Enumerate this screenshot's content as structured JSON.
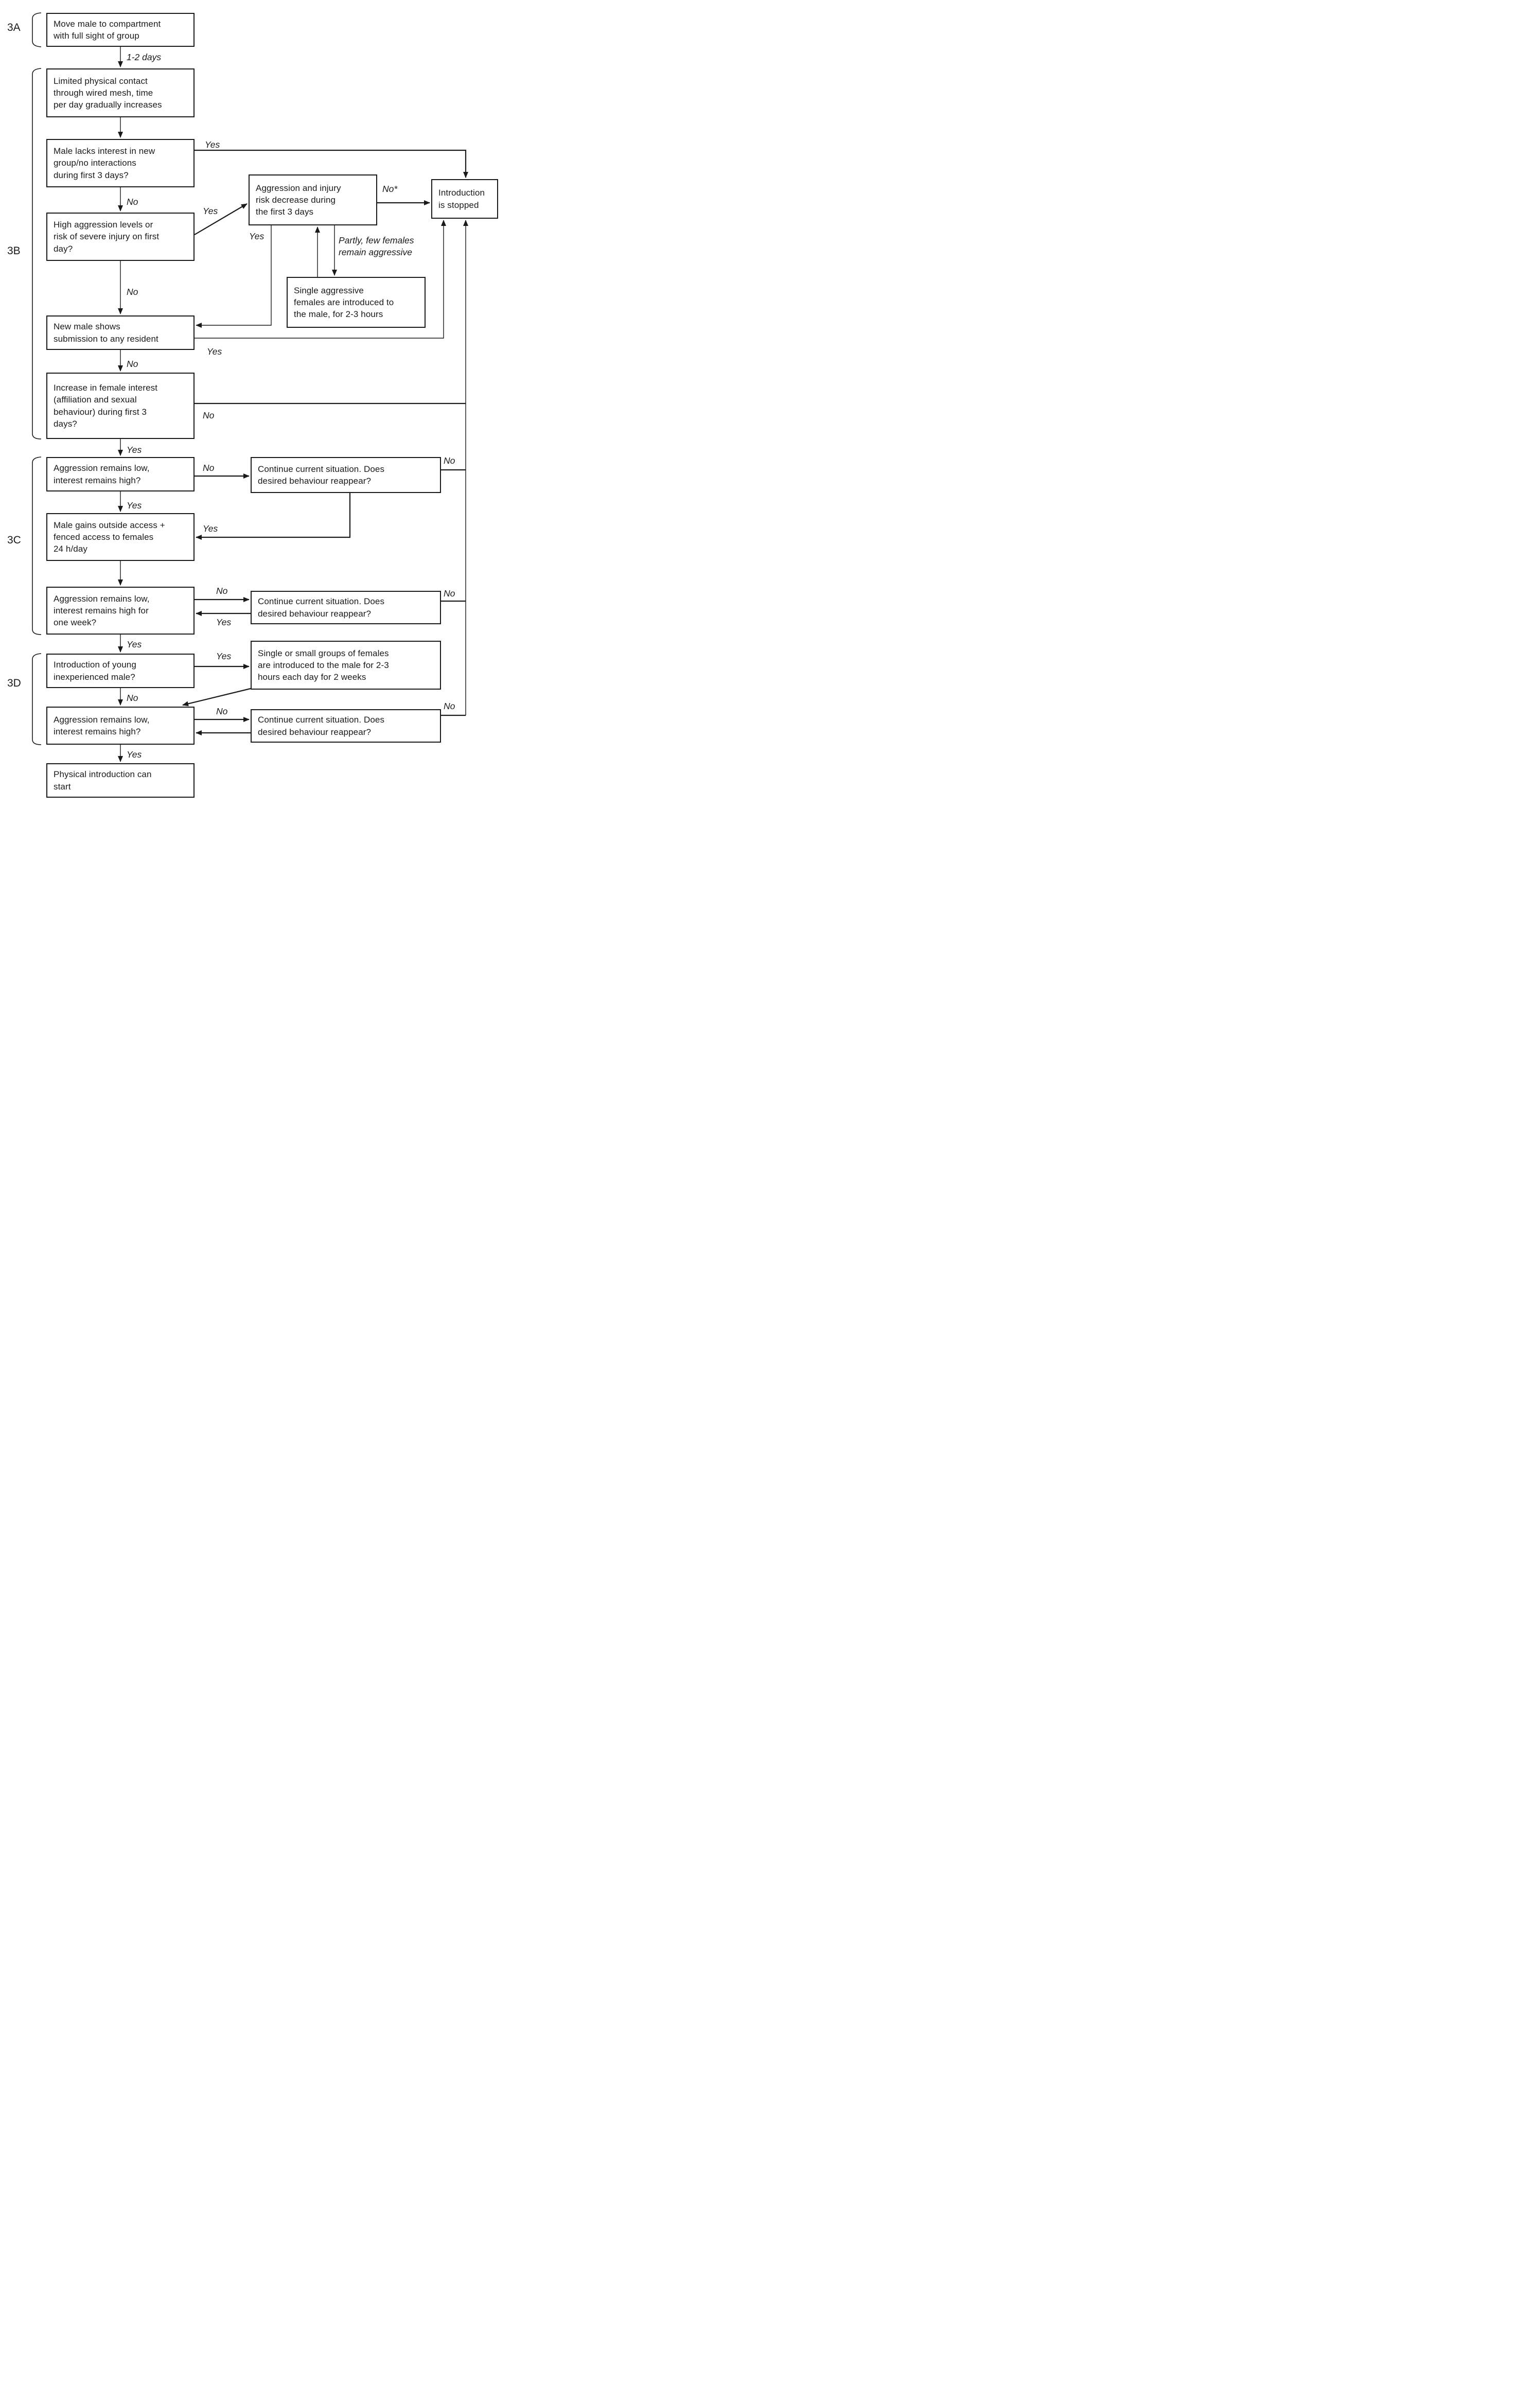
{
  "diagram": {
    "title": "Male introduction decision flowchart",
    "colors": {
      "line": "#1a1a1a",
      "background": "#ffffff"
    },
    "sections": {
      "s3a": "3A",
      "s3b": "3B",
      "s3c": "3C",
      "s3d": "3D"
    },
    "nodes": {
      "move_male": "Move male to compartment\nwith full sight of group",
      "limited_contact": "Limited physical contact\nthrough wired mesh, time\nper day gradually increases",
      "lacks_interest": "Male lacks interest in new\ngroup/no interactions\nduring first 3 days?",
      "high_aggression": "High aggression levels or\nrisk of severe injury on first\nday?",
      "aggression_decrease": "Aggression and injury\nrisk decrease during\nthe first 3 days",
      "introduction_stopped": "Introduction\nis stopped",
      "single_aggressive_females": "Single aggressive\nfemales are introduced to\nthe male, for 2-3 hours",
      "new_male_submission": "New male shows\nsubmission to any resident",
      "female_interest": "Increase in female interest\n(affiliation and sexual\nbehaviour) during first 3\ndays?",
      "aggression_low_1": "Aggression remains low,\ninterest remains high?",
      "continue_situation_1": "Continue current situation. Does\ndesired behaviour reappear?",
      "male_gains_access": "Male gains outside access +\nfenced access to females\n24 h/day",
      "aggression_low_week": "Aggression remains low,\ninterest remains high for\none week?",
      "continue_situation_2": "Continue current situation. Does\ndesired behaviour reappear?",
      "young_male": "Introduction of young\ninexperienced male?",
      "small_groups_females": "Single or small groups of females\nare introduced to the male for 2-3\nhours each day for 2 weeks",
      "aggression_low_2": "Aggression remains low,\ninterest remains high?",
      "continue_situation_3": "Continue current situation. Does\ndesired behaviour reappear?",
      "physical_introduction": "Physical introduction can\nstart"
    },
    "edge_labels": {
      "move_days": "1-2 days",
      "lacks_yes": "Yes",
      "lacks_no": "No",
      "high_yes": "Yes",
      "high_no": "No",
      "decrease_no_star": "No*",
      "decrease_yes": "Yes",
      "decrease_partly": "Partly, few females\nremain aggressive",
      "submission_yes": "Yes",
      "submission_no": "No",
      "interest_no": "No",
      "interest_yes": "Yes",
      "aggr_low1_no": "No",
      "aggr_low1_yes": "Yes",
      "continue1_no": "No",
      "continue1_yes": "Yes",
      "week_no": "No",
      "continue2_yes": "Yes",
      "continue2_no": "No",
      "week_yes": "Yes",
      "young_yes": "Yes",
      "young_no": "No",
      "aggr_low2_no": "No",
      "continue3_no": "No",
      "aggr_low2_yes": "Yes"
    }
  }
}
